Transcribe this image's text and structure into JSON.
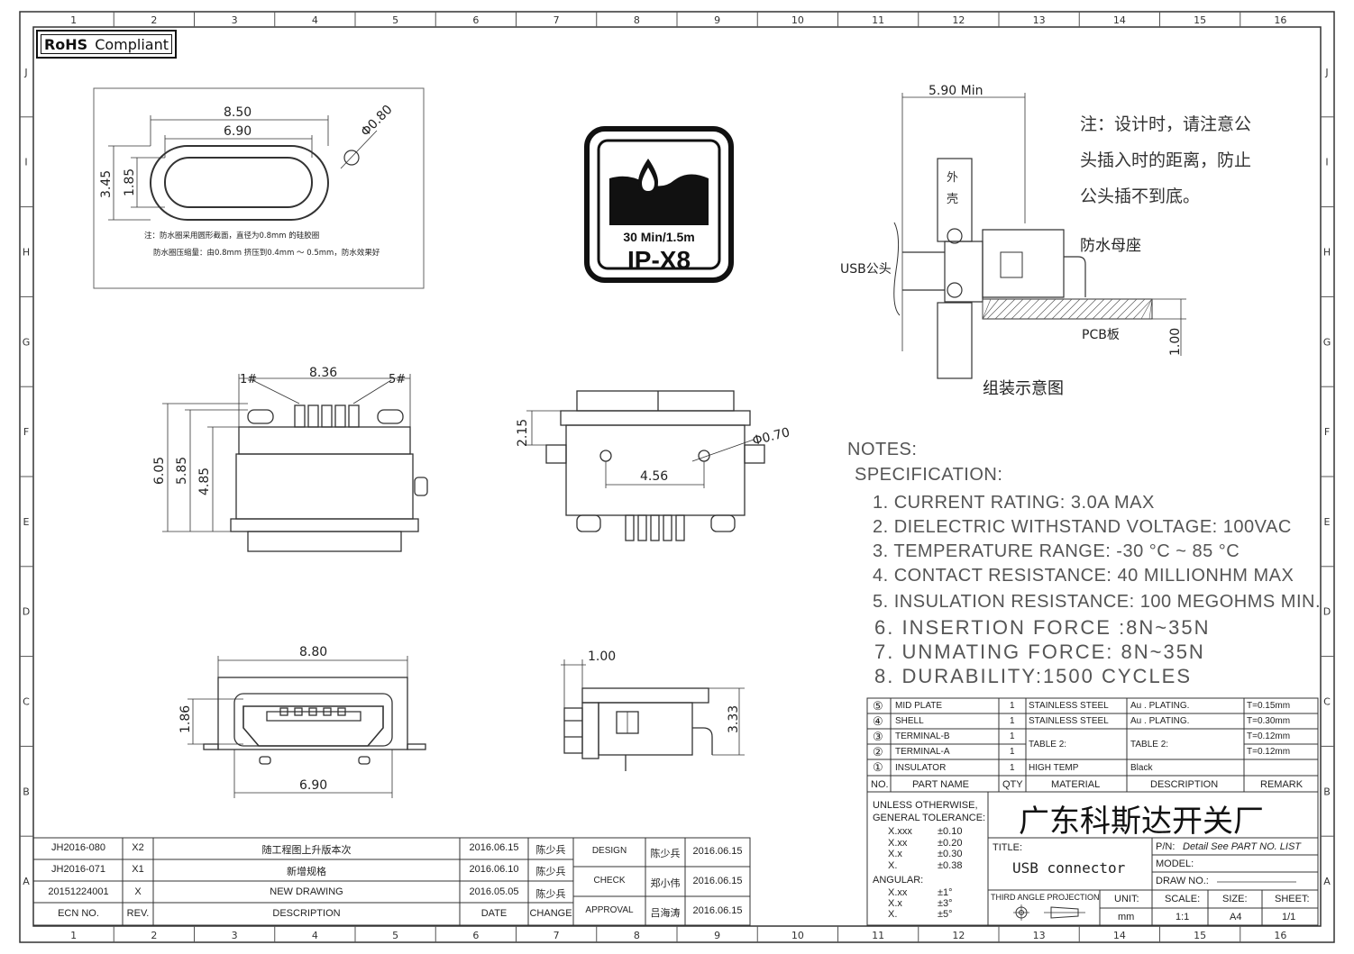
{
  "border": {
    "top_numbers": [
      "1",
      "2",
      "3",
      "4",
      "5",
      "6",
      "7",
      "8",
      "9",
      "10",
      "11",
      "12",
      "13",
      "14",
      "15",
      "16"
    ],
    "side_letters": [
      "J",
      "I",
      "H",
      "G",
      "F",
      "E",
      "D",
      "C",
      "B",
      "A"
    ]
  },
  "rohs": {
    "bold": "RoHS",
    "text": "Compliant"
  },
  "top_view": {
    "dim_outer": "8.50",
    "dim_inner": "6.90",
    "dim_height_outer": "3.45",
    "dim_height_inner": "1.85",
    "dim_diameter": "Φ0.80",
    "note_line1": "注：防水圈采用圆形截面，直径为0.8mm 的硅胶圈",
    "note_line2": "防水圈压缩量：由0.8mm 挤压到0.4mm ～ 0.5mm，防水效果好"
  },
  "ip_badge": {
    "sub": "30 Min/1.5m",
    "main": "IP-X8"
  },
  "side_view": {
    "dim_min": "5.90 Min",
    "label_shell": "外壳",
    "label_usb": "USB公头",
    "label_socket": "防水母座",
    "label_pcb": "PCB板",
    "dim_pcb": "1.00",
    "caption": "组装示意图",
    "note": [
      "注：设计时，请注意公",
      "头插入时的距离，防止",
      "公头插不到底。"
    ]
  },
  "front_view": {
    "dim_width": "8.36",
    "pin_first": "1#",
    "pin_last": "5#",
    "dim_h1": "6.05",
    "dim_h2": "5.85",
    "dim_h3": "4.85"
  },
  "bottom_view": {
    "dim_top": "2.15",
    "dim_pitch": "4.56",
    "dim_hole": "Φ0.70"
  },
  "end_view": {
    "dim_width": "8.80",
    "dim_inner": "6.90",
    "dim_height": "1.86"
  },
  "small_side": {
    "dim_top": "1.00",
    "dim_height": "3.33"
  },
  "notes": {
    "title": "NOTES:",
    "subtitle": "SPECIFICATION:",
    "items": [
      "1. CURRENT RATING: 3.0A MAX",
      "2. DIELECTRIC WITHSTAND VOLTAGE: 100VAC",
      "3. TEMPERATURE RANGE: -30 °C ~ 85 °C",
      "4. CONTACT RESISTANCE: 40 MILLIONHM MAX",
      "5. INSULATION RESISTANCE: 100 MEGOHMS MIN.",
      "6. INSERTION FORCE :8N~35N",
      "7. UNMATING FORCE: 8N~35N",
      "8. DURABILITY:1500 CYCLES"
    ]
  },
  "bom": {
    "rows": [
      {
        "no": "⑤",
        "name": "MID PLATE",
        "qty": "1",
        "material": "STAINLESS STEEL",
        "description": "Au . PLATING.",
        "remark": "T=0.15mm"
      },
      {
        "no": "④",
        "name": "SHELL",
        "qty": "1",
        "material": "STAINLESS STEEL",
        "description": "Au . PLATING.",
        "remark": "T=0.30mm"
      },
      {
        "no": "③",
        "name": "TERMINAL-B",
        "qty": "1",
        "material": "TABLE 2:",
        "description": "TABLE 2:",
        "remark": "T=0.12mm"
      },
      {
        "no": "②",
        "name": "TERMINAL-A",
        "qty": "1",
        "material": "",
        "description": "",
        "remark": "T=0.12mm"
      },
      {
        "no": "①",
        "name": "INSULATOR",
        "qty": "1",
        "material": "HIGH TEMP",
        "description": "Black",
        "remark": ""
      }
    ],
    "headers": {
      "no": "NO.",
      "name": "PART NAME",
      "qty": "QTY",
      "material": "MATERIAL",
      "description": "DESCRIPTION",
      "remark": "REMARK"
    }
  },
  "tolerance": {
    "title1": "UNLESS OTHERWISE,",
    "title2": "GENERAL TOLERANCE:",
    "rows": [
      {
        "k": "X.xxx",
        "v": "±0.10"
      },
      {
        "k": "X.xx",
        "v": "±0.20"
      },
      {
        "k": "X.x",
        "v": "±0.30"
      },
      {
        "k": "X.",
        "v": "±0.38"
      }
    ],
    "angular": "ANGULAR:",
    "angular_rows": [
      {
        "k": "X.xx",
        "v": "±1°"
      },
      {
        "k": "X.x",
        "v": "±3°"
      },
      {
        "k": "X.",
        "v": "±5°"
      }
    ]
  },
  "title_block": {
    "company": "广东科斯达开关厂",
    "title_label": "TITLE:",
    "title_value": "USB connector",
    "pn_label": "P/N:",
    "pn_value": "Detail See PART NO. LIST",
    "model_label": "MODEL:",
    "drawno_label": "DRAW NO.:",
    "projection": "THIRD ANGLE PROJECTION",
    "unit_label": "UNIT:",
    "unit_value": "mm",
    "scale_label": "SCALE:",
    "scale_value": "1:1",
    "size_label": "SIZE:",
    "size_value": "A4",
    "sheet_label": "SHEET:",
    "sheet_value": "1/1"
  },
  "revisions": {
    "rows": [
      {
        "ecn": "JH2016-080",
        "rev": "X2",
        "desc": "随工程图上升版本次",
        "date": "2016.06.15",
        "change": "陈少兵"
      },
      {
        "ecn": "JH2016-071",
        "rev": "X1",
        "desc": "新增规格",
        "date": "2016.06.10",
        "change": "陈少兵"
      },
      {
        "ecn": "20151224001",
        "rev": "X",
        "desc": "NEW DRAWING",
        "date": "2016.05.05",
        "change": "陈少兵"
      }
    ],
    "headers": {
      "ecn": "ECN NO.",
      "rev": "REV.",
      "desc": "DESCRIPTION",
      "date": "DATE",
      "change": "CHANGE"
    }
  },
  "approvals": [
    {
      "role": "DESIGN",
      "name": "陈少兵",
      "date": "2016.06.15"
    },
    {
      "role": "CHECK",
      "name": "郑小伟",
      "date": "2016.06.15"
    },
    {
      "role": "APPROVAL",
      "name": "吕海涛",
      "date": "2016.06.15"
    }
  ]
}
